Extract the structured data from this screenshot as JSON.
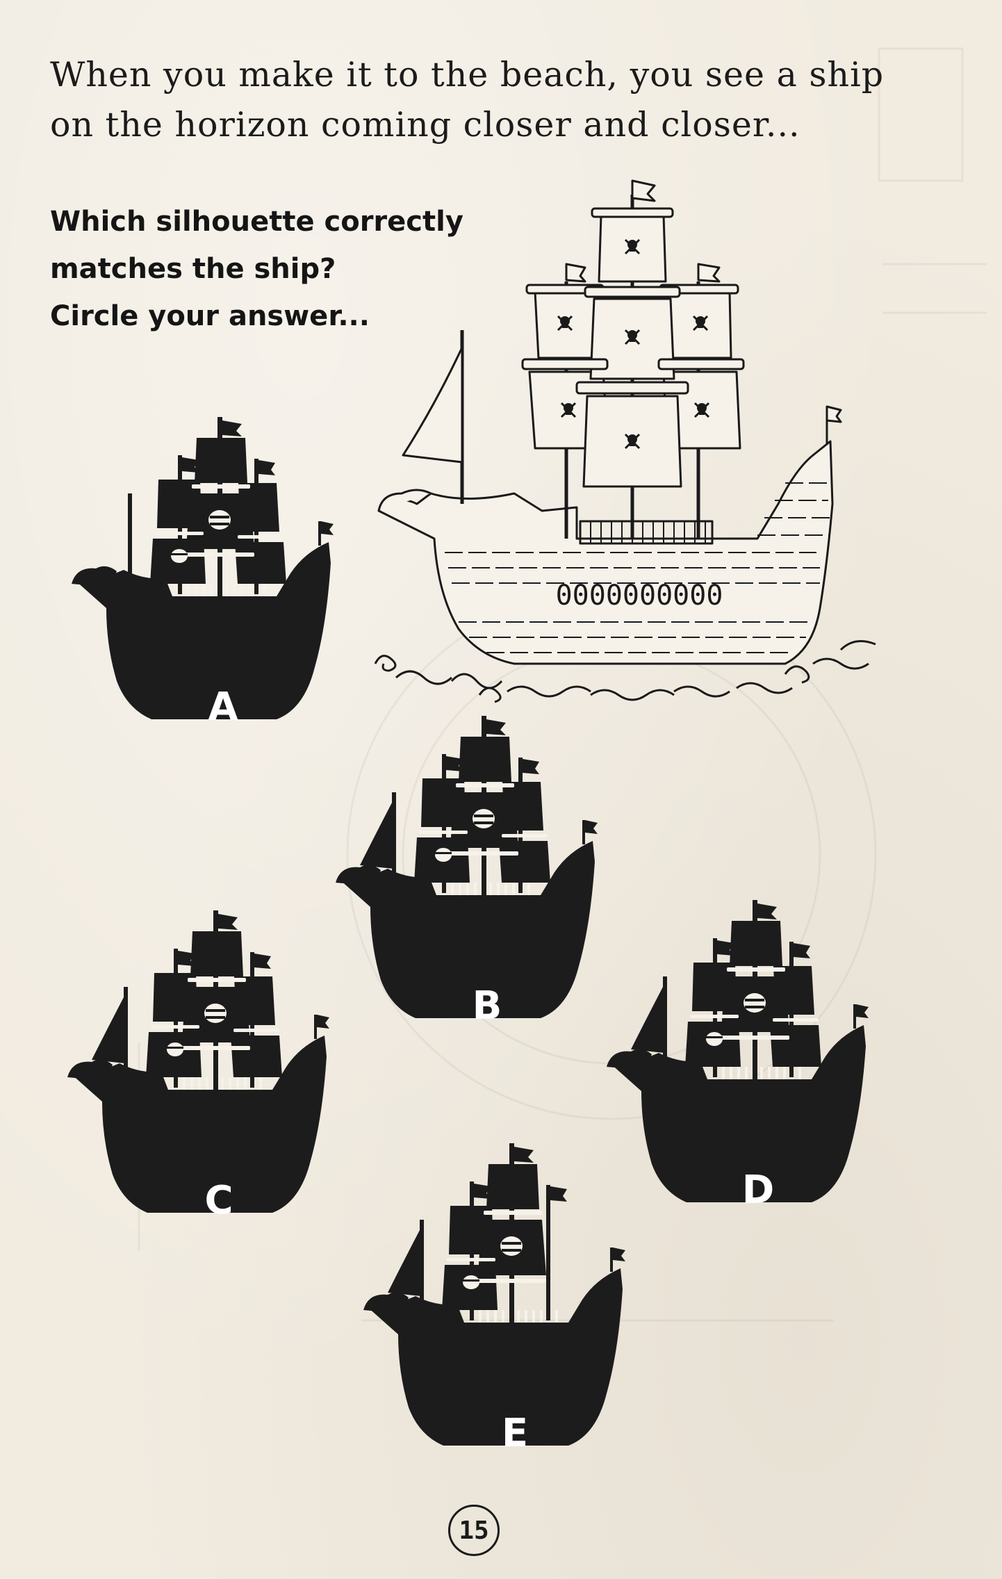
{
  "intro": {
    "line1": "When you make it to the beach, you see a ship",
    "line2": "on the horizon coming closer and closer..."
  },
  "question": {
    "line1": "Which silhouette correctly",
    "line2": "matches the ship?",
    "line3": "Circle your answer..."
  },
  "ship": {
    "hull_text": "0000000000"
  },
  "options": [
    {
      "letter": "A"
    },
    {
      "letter": "B"
    },
    {
      "letter": "C"
    },
    {
      "letter": "D"
    },
    {
      "letter": "E"
    }
  ],
  "page_number": "15",
  "colors": {
    "paper": "#f1ebe0",
    "ink": "#1a1a1a",
    "silhouette": "#1c1c1c",
    "sail": "#f6f2ea"
  }
}
